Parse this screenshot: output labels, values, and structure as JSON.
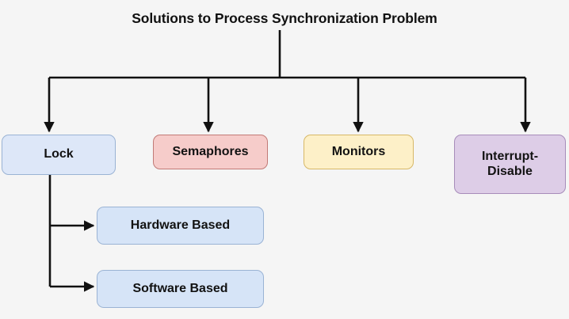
{
  "diagram": {
    "title": "Solutions to Process Synchronization Problem",
    "background_color": "#f5f5f5",
    "edge_color": "#111111",
    "nodes": [
      {
        "id": "lock",
        "label": "Lock",
        "fill": "#dde7f8",
        "stroke": "#9ab3d4"
      },
      {
        "id": "semaphores",
        "label": "Semaphores",
        "fill": "#f6ccca",
        "stroke": "#c17a76"
      },
      {
        "id": "monitors",
        "label": "Monitors",
        "fill": "#fdf0c8",
        "stroke": "#d7b867"
      },
      {
        "id": "interrupt_disable",
        "label": "Interrupt-\nDisable",
        "fill": "#ddcde7",
        "stroke": "#a78cba"
      },
      {
        "id": "hardware_based",
        "label": "Hardware Based",
        "fill": "#d6e4f7",
        "stroke": "#9ab3d4"
      },
      {
        "id": "software_based",
        "label": "Software Based",
        "fill": "#d6e4f7",
        "stroke": "#9ab3d4"
      }
    ],
    "edges": [
      {
        "from": "title",
        "to": "bus"
      },
      {
        "from": "bus",
        "to": "lock"
      },
      {
        "from": "bus",
        "to": "semaphores"
      },
      {
        "from": "bus",
        "to": "monitors"
      },
      {
        "from": "bus",
        "to": "interrupt_disable"
      },
      {
        "from": "lock",
        "to": "hardware_based"
      },
      {
        "from": "lock",
        "to": "software_based"
      }
    ]
  }
}
